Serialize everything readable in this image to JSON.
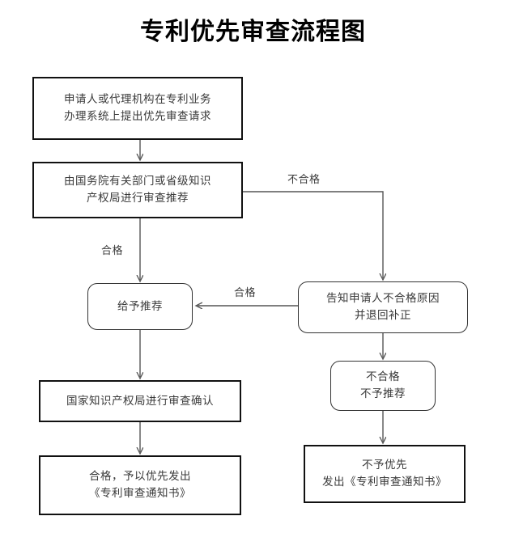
{
  "title": "专利优先审查流程图",
  "nodes": [
    {
      "id": "apply",
      "shape": "rect",
      "lines": [
        "申请人或代理机构在专利业务",
        "办理系统上提出优先审查请求"
      ]
    },
    {
      "id": "review-recommend",
      "shape": "rect",
      "lines": [
        "由国务院有关部门或省级知识",
        "产权局进行审查推荐"
      ]
    },
    {
      "id": "give-recommend",
      "shape": "round",
      "lines": [
        "给予推荐"
      ]
    },
    {
      "id": "notify-applicant",
      "shape": "round",
      "lines": [
        "告知申请人不合格原因",
        "并退回补正"
      ]
    },
    {
      "id": "cnipa-confirm",
      "shape": "rect",
      "lines": [
        "国家知识产权局进行审查确认"
      ]
    },
    {
      "id": "not-qualified-no-recommend",
      "shape": "round",
      "lines": [
        "不合格",
        "不予推荐"
      ]
    },
    {
      "id": "qualified-priority-notice",
      "shape": "rect",
      "lines": [
        "合格，予以优先发出",
        "《专利审查通知书》"
      ]
    },
    {
      "id": "no-priority-notice",
      "shape": "rect",
      "lines": [
        "不予优先",
        "发出《专利审查通知书》"
      ]
    }
  ],
  "edge_labels": [
    {
      "id": "not-qualified-branch",
      "text": "不合格"
    },
    {
      "id": "qualified-branch",
      "text": "合格"
    },
    {
      "id": "qualified-return-branch",
      "text": "合格"
    }
  ],
  "colors": {
    "background": "#ffffff",
    "rect_border": "#111111",
    "round_border": "#333333",
    "text": "#3a3a3a",
    "title_text": "#000000",
    "connector": "#555555"
  }
}
